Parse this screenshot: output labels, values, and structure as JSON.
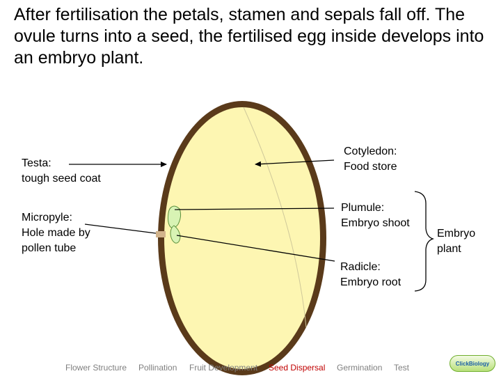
{
  "title": "After fertilisation the petals, stamen and sepals fall off. The ovule turns into a seed, the fertilised egg inside develops into an embryo plant.",
  "labels": {
    "testa_line1": "Testa:",
    "testa_line2": "tough seed coat",
    "micropyle_line1": "Micropyle:",
    "micropyle_line2": "Hole made by",
    "micropyle_line3": "pollen tube",
    "cotyledon_line1": "Cotyledon:",
    "cotyledon_line2": "Food store",
    "plumule_line1": "Plumule:",
    "plumule_line2": "Embryo shoot",
    "radicle_line1": "Radicle:",
    "radicle_line2": "Embryo root",
    "embryo_line1": "Embryo",
    "embryo_line2": "plant"
  },
  "colors": {
    "seed_coat": "#5a3a1a",
    "cotyledon_fill": "#fdf6b2",
    "embryo_fill": "#d8f3b4",
    "micropyle": "#d2b48c",
    "nav_text": "#7f7f7f",
    "nav_active": "#c00000"
  },
  "nav": [
    {
      "label": "Flower Structure",
      "active": false
    },
    {
      "label": "Pollination",
      "active": false
    },
    {
      "label": "Fruit Development",
      "active": false
    },
    {
      "label": "Seed Dispersal",
      "active": true
    },
    {
      "label": "Germination",
      "active": false
    },
    {
      "label": "Test",
      "active": false
    }
  ],
  "logo_text": "ClickBiology"
}
